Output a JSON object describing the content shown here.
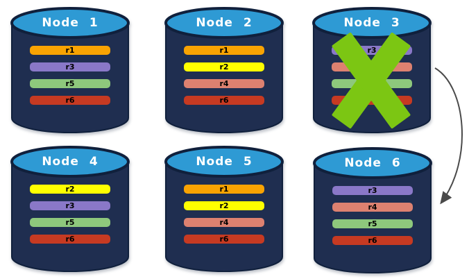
{
  "palette": {
    "background": "#ffffff",
    "cylinder_body": "#1F2E50",
    "cylinder_outline": "#10203C",
    "cylinder_top": "#2E9AD4",
    "title_text": "#ffffff",
    "replica_text": "#000000",
    "failure_x": "#7CC613",
    "arrow": "#4A4A4A"
  },
  "nodes": [
    {
      "title": "Node 1",
      "failed": false,
      "replicas": [
        {
          "label": "r1",
          "color": "#F9A302"
        },
        {
          "label": "r3",
          "color": "#8A78C8"
        },
        {
          "label": "r5",
          "color": "#8EC87C"
        },
        {
          "label": "r6",
          "color": "#C63A22"
        }
      ]
    },
    {
      "title": "Node 2",
      "failed": false,
      "replicas": [
        {
          "label": "r1",
          "color": "#F9A302"
        },
        {
          "label": "r2",
          "color": "#FFFF00"
        },
        {
          "label": "r4",
          "color": "#DD8170"
        },
        {
          "label": "r6",
          "color": "#C63A22"
        }
      ]
    },
    {
      "title": "Node 3",
      "failed": true,
      "replicas": [
        {
          "label": "r3",
          "color": "#8A78C8"
        },
        {
          "label": "r4",
          "color": "#DD8170"
        },
        {
          "label": "r5",
          "color": "#8EC87C"
        },
        {
          "label": "r6",
          "color": "#C63A22"
        }
      ]
    },
    {
      "title": "Node 4",
      "failed": false,
      "replicas": [
        {
          "label": "r2",
          "color": "#FFFF00"
        },
        {
          "label": "r3",
          "color": "#8A78C8"
        },
        {
          "label": "r5",
          "color": "#8EC87C"
        },
        {
          "label": "r6",
          "color": "#C63A22"
        }
      ]
    },
    {
      "title": "Node 5",
      "failed": false,
      "replicas": [
        {
          "label": "r1",
          "color": "#F9A302"
        },
        {
          "label": "r2",
          "color": "#FFFF00"
        },
        {
          "label": "r4",
          "color": "#DD8170"
        },
        {
          "label": "r6",
          "color": "#C63A22"
        }
      ]
    },
    {
      "title": "Node 6",
      "failed": false,
      "replicas": [
        {
          "label": "r3",
          "color": "#8A78C8"
        },
        {
          "label": "r4",
          "color": "#DD8170"
        },
        {
          "label": "r5",
          "color": "#8EC87C"
        },
        {
          "label": "r6",
          "color": "#C63A22"
        }
      ]
    }
  ],
  "annotations": {
    "failure_x_on": "Node 3",
    "arrow_from": "Node 3",
    "arrow_to": "Node 6"
  }
}
